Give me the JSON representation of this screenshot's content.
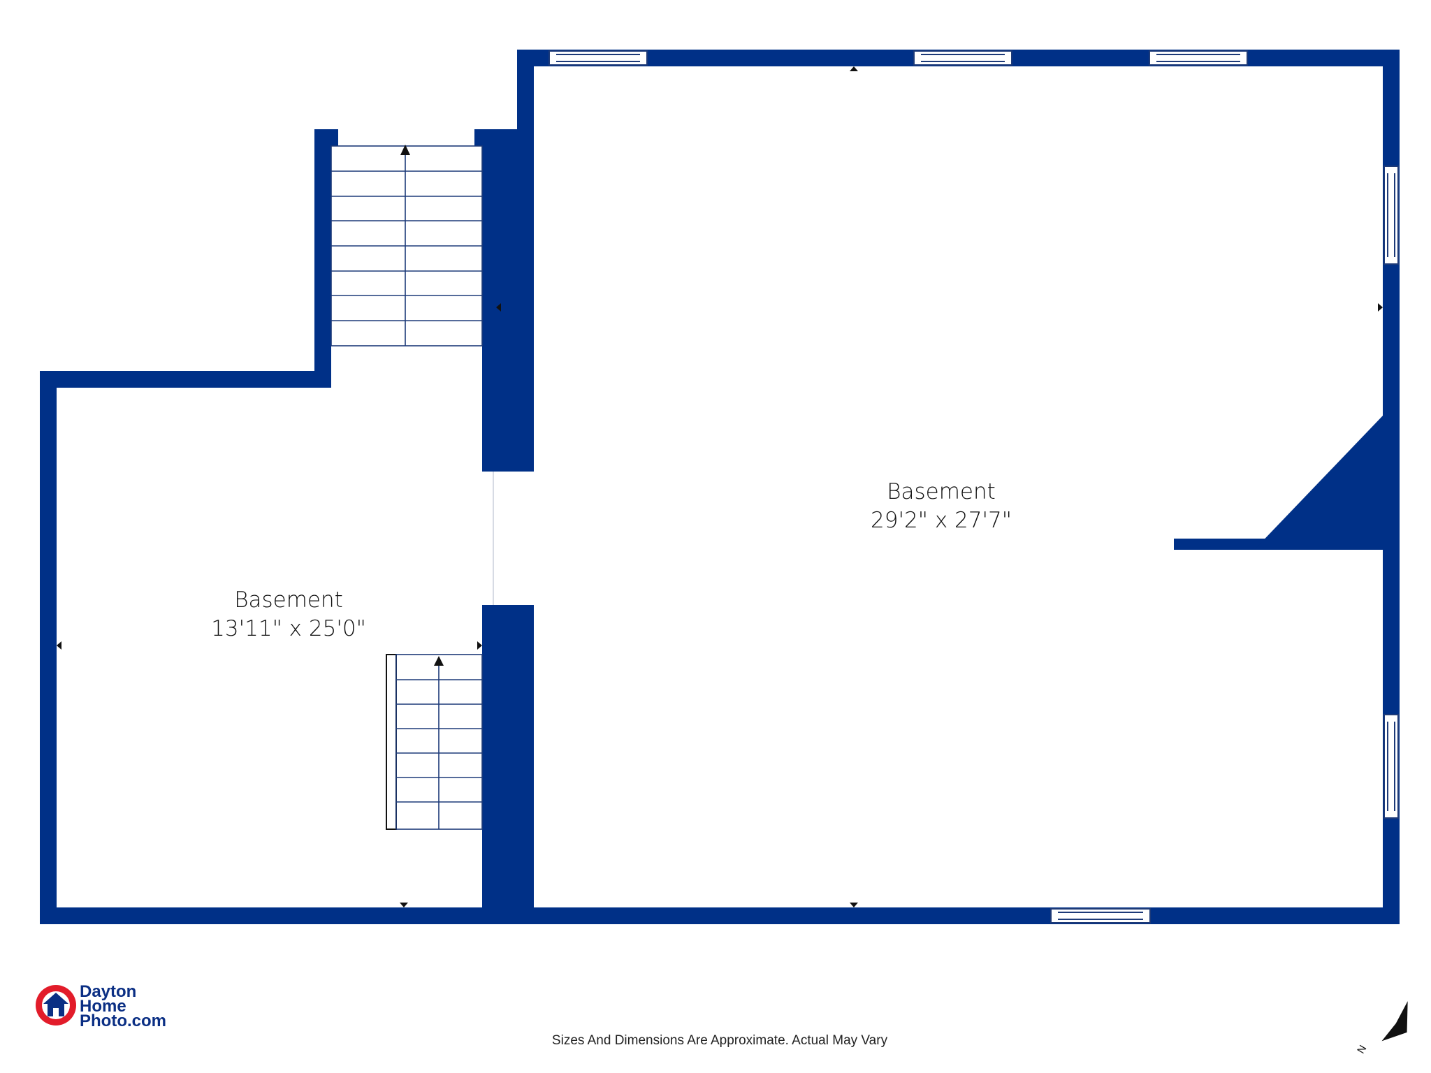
{
  "floor_plan": {
    "colors": {
      "wall": "#003087",
      "background": "#ffffff",
      "window": "#ffffff",
      "stair_line": "#1d3a78",
      "logo_red": "#e21c2a",
      "logo_blue": "#0b2f84"
    },
    "rooms": [
      {
        "name": "Basement",
        "dimensions": "13'11\" x 25'0\""
      },
      {
        "name": "Basement",
        "dimensions": "29'2\" x 27'7\""
      }
    ],
    "disclaimer": "Sizes And Dimensions Are Approximate. Actual May Vary",
    "brand": {
      "line1": "Dayton",
      "line2": "Home",
      "line3": "Photo.com",
      "icon": "house-camera-logo-icon"
    },
    "north_label": "N",
    "north_icon": "north-arrow-icon"
  }
}
